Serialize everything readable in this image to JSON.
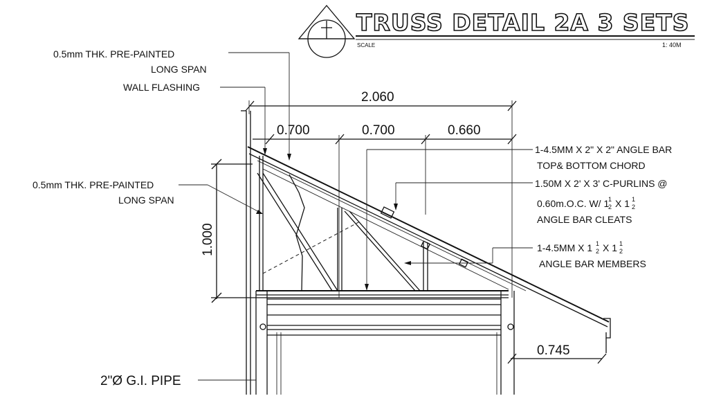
{
  "title": {
    "text": "TRUSS DETAIL 2A 3 SETS",
    "scale_label": "SCALE",
    "scale_value": "1: 40M"
  },
  "dimensions": {
    "overall_width": "2.060",
    "panel_1": "0.700",
    "panel_2": "0.700",
    "panel_3": "0.660",
    "height": "1.000",
    "overhang": "0.745"
  },
  "callouts": {
    "roofing_top": {
      "line1": "0.5mm THK. PRE-PAINTED",
      "line2": "LONG SPAN"
    },
    "wall_flashing": "WALL FLASHING",
    "roofing_side": {
      "line1": "0.5mm THK. PRE-PAINTED",
      "line2": "LONG SPAN"
    },
    "chord": {
      "line1": "1-4.5MM X 2\" X 2\"  ANGLE BAR",
      "line2": "TOP& BOTTOM CHORD"
    },
    "purlins": {
      "line1": "1.50M X 2' X 3' C-PURLINS @",
      "line2_a": "0.60m.O.C. W/ 1",
      "line2_b": "X 1",
      "line3": "ANGLE BAR CLEATS"
    },
    "members": {
      "line1_a": "1-4.5MM X 1",
      "line1_b": "X 1",
      "line2": "ANGLE BAR MEMBERS"
    },
    "fraction": {
      "num": "1",
      "den": "2"
    },
    "pipe": "2\"Ø G.I. PIPE"
  }
}
